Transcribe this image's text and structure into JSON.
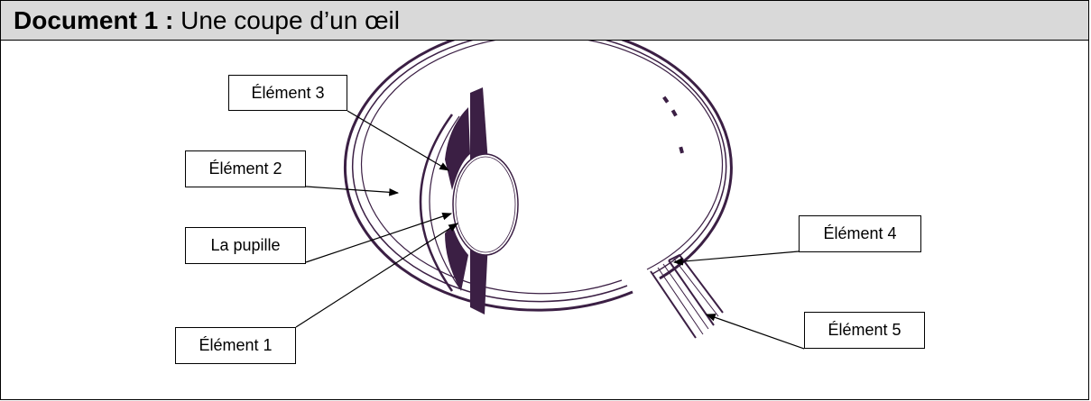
{
  "header": {
    "prefix": "Document 1 :",
    "subtitle": "Une coupe d’un œil"
  },
  "labels": {
    "element3": "Élément 3",
    "element2": "Élément 2",
    "pupille": "La pupille",
    "element1": "Élément 1",
    "element4": "Élément 4",
    "element5": "Élément 5"
  },
  "colors": {
    "eye_stroke": "#3b1f44",
    "header_bg": "#d9d9d9"
  }
}
